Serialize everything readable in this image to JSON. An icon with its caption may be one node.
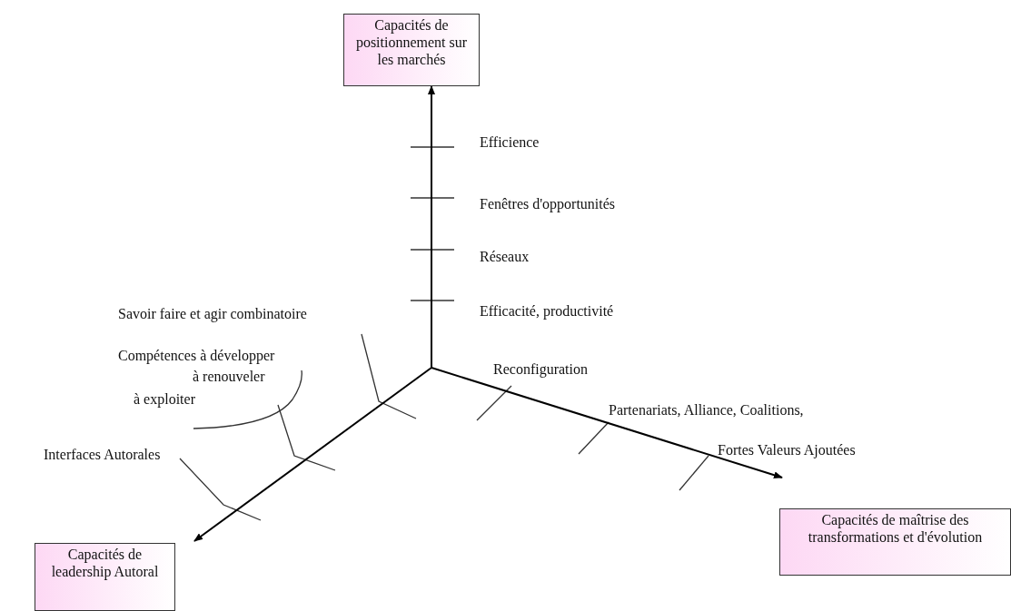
{
  "diagram": {
    "nodes": [
      {
        "text": [
          "Capacités de positionnement sur les marchés"
        ]
      },
      {
        "text": [
          "Capacités de leadership Autoral"
        ]
      },
      {
        "text": [
          "Capacités de maîtrise des transformations et d'évolution"
        ]
      }
    ],
    "edges": [
      {
        "from": null,
        "to": 0,
        "arrow": "to"
      },
      {
        "from": null,
        "to": 1,
        "arrow": "to"
      },
      {
        "from": null,
        "to": 2,
        "arrow": "to"
      }
    ],
    "labels": [
      "Efficience",
      "Fenêtres d'opportunités",
      "Réseaux",
      "Savoir faire et agir combinatoire",
      "Efficacité, productivité",
      "Compétences à développer",
      "à renouveler",
      "Reconfiguration",
      "à exploiter",
      "Partenariats, Alliance, Coalitions,",
      "Fortes Valeurs Ajoutées",
      "Interfaces Autorales"
    ]
  }
}
